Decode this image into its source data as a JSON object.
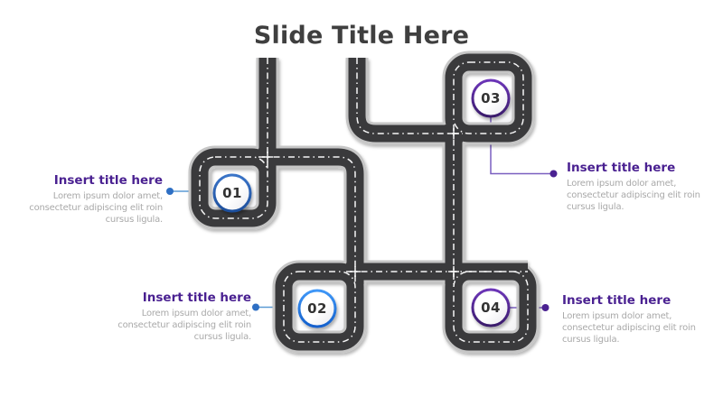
{
  "slide": {
    "title": "Slide Title Here"
  },
  "items": [
    {
      "number": "01",
      "title": "Insert title here",
      "body_lines": [
        "Lorem ipsum dolor amet,",
        "consectetur adipiscing elit roin",
        "cursus ligula."
      ],
      "accent_color": "#2a5fae",
      "text_side": "left"
    },
    {
      "number": "02",
      "title": "Insert title here",
      "body_lines": [
        "Lorem ipsum dolor amet,",
        "consectetur adipiscing elit roin",
        "cursus ligula."
      ],
      "accent_color": "#2e86eb",
      "text_side": "left"
    },
    {
      "number": "03",
      "title": "Insert title here",
      "body_lines": [
        "Lorem ipsum dolor amet,",
        "consectetur adipiscing elit roin",
        "cursus ligula."
      ],
      "accent_color": "#52289b",
      "text_side": "right"
    },
    {
      "number": "04",
      "title": "Insert title here",
      "body_lines": [
        "Lorem ipsum dolor amet,",
        "consectetur adipiscing elit roin",
        "cursus ligula."
      ],
      "accent_color": "#52289b",
      "text_side": "right"
    }
  ],
  "colors": {
    "slide_title_text": "#3f3f3f",
    "item_title_text": "#4a2191",
    "body_text": "#a9a9a9",
    "road_fill": "#3a3a3c",
    "road_casing": "#c6c6c6",
    "road_dash": "#ffffff",
    "connector_blue": "#5b9bd5",
    "connector_purple": "#7a5fc0",
    "dot_blue": "#2e6fc4",
    "dot_purple": "#4a2191",
    "circle_number_text": "#333333"
  }
}
